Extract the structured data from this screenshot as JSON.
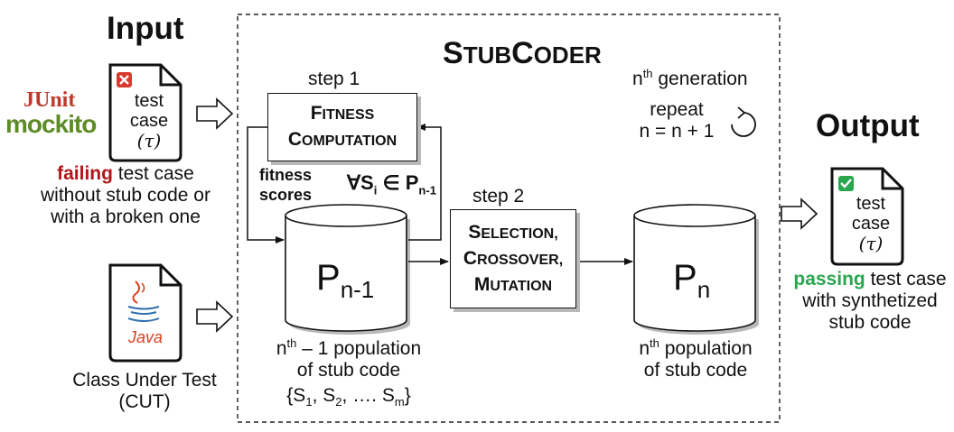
{
  "input": {
    "heading": "Input",
    "junit_logo": "JUnit",
    "mockito_logo": "mockito",
    "test_file": {
      "line1": "test",
      "line2": "case",
      "line3": "(𝜏)",
      "badge": "fail-x-icon"
    },
    "caption_failing": "failing",
    "caption_rest1": " test case",
    "caption_line2": "without stub code or",
    "caption_line3": "with a broken one",
    "java_logo": "Java",
    "cut_line1": "Class Under Test",
    "cut_line2": "(CUT)"
  },
  "stubcoder": {
    "title_s": "S",
    "title_tub": "TUB",
    "title_c": "C",
    "title_oder": "ODER",
    "step1": "step 1",
    "step2": "step 2",
    "fitness_box": {
      "l1_a": "F",
      "l1_b": "ITNESS",
      "l2_a": "C",
      "l2_b": "OMPUTATION"
    },
    "selection_box": {
      "l1_a": "S",
      "l1_b": "ELECTION,",
      "l2_a": "C",
      "l2_b": "ROSSOVER,",
      "l3_a": "M",
      "l3_b": "UTATION"
    },
    "fitness_scores_1": "fitness",
    "fitness_scores_2": "scores",
    "forall": "∀S",
    "forall_sub": "i",
    "forall_in": " ∈ P",
    "forall_sub2": "n-1",
    "pop_prev": {
      "main": "P",
      "sub": "n-1"
    },
    "pop_next": {
      "main": "P",
      "sub": "n"
    },
    "nth_gen_n": "n",
    "nth_gen_sup": "th",
    "nth_gen_rest": " generation",
    "repeat_1": "repeat",
    "repeat_2": "n = n + 1",
    "prev_pop_n": "n",
    "prev_pop_sup": "th",
    "prev_pop_rest": " – 1 population",
    "prev_pop_line2": "of stub code",
    "set_notation": "{S",
    "set_s1": "1",
    "set_mid": ", S",
    "set_s2": "2",
    "set_dots": ", …. S",
    "set_m": "m",
    "set_close": "}",
    "next_pop_n": "n",
    "next_pop_sup": "th",
    "next_pop_rest": " population",
    "next_pop_line2": "of stub code"
  },
  "output": {
    "heading": "Output",
    "test_file": {
      "line1": "test",
      "line2": "case",
      "line3": "(𝜏)",
      "badge": "check-icon"
    },
    "caption_passing": "passing",
    "caption_rest1": " test case",
    "caption_line2": "with synthetized",
    "caption_line3": "stub code"
  },
  "colors": {
    "fail": "#b0171a",
    "pass": "#2aa64f",
    "junit": "#c0392b",
    "mockito": "#5d8c26",
    "java": "#d9401f"
  }
}
